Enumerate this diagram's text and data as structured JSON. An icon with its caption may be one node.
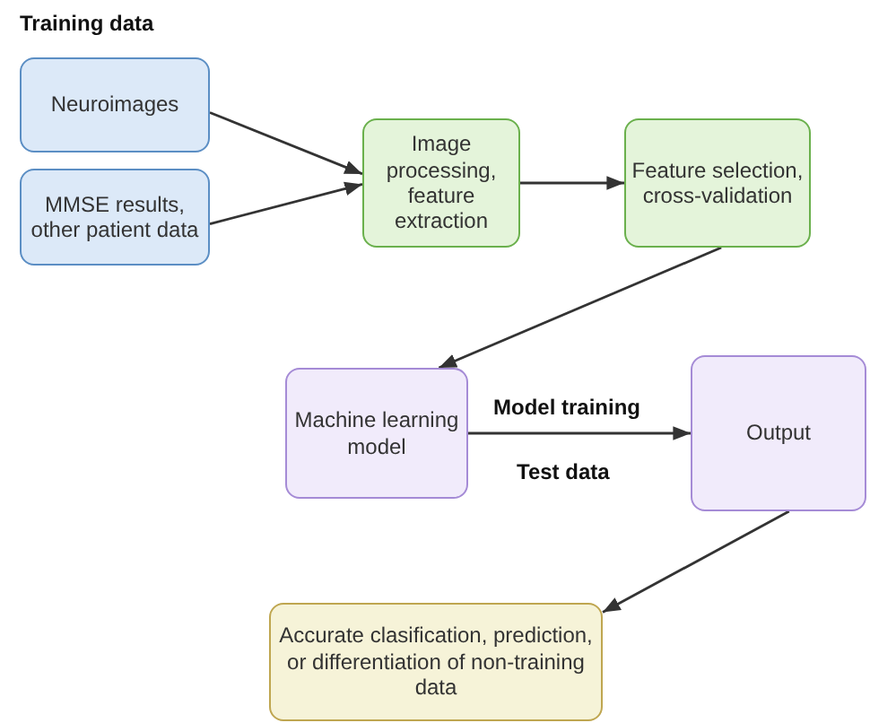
{
  "diagram": {
    "nodes": [
      {
        "text": [
          "Neuroimages"
        ]
      },
      {
        "text": [
          "MMSE results, other patient data"
        ]
      },
      {
        "text": [
          "Image processing, feature extraction"
        ]
      },
      {
        "text": [
          "Feature selection, cross-validation"
        ]
      },
      {
        "text": [
          "Machine learning model"
        ]
      },
      {
        "text": [
          "Output"
        ]
      },
      {
        "text": [
          "Accurate clasification, prediction, or differentiation of non-training data"
        ]
      }
    ],
    "edges": [
      {
        "from": 0,
        "to": 2,
        "arrow": "to"
      },
      {
        "from": 1,
        "to": 2,
        "arrow": "to"
      },
      {
        "from": 2,
        "to": 3,
        "arrow": "to"
      },
      {
        "from": 3,
        "to": 4,
        "arrow": "to"
      },
      {
        "from": 4,
        "to": 5,
        "arrow": "to",
        "label": "Model training"
      },
      {
        "from": 5,
        "to": 6,
        "arrow": "to"
      }
    ],
    "labels": [
      "Training data",
      "Test data"
    ]
  }
}
